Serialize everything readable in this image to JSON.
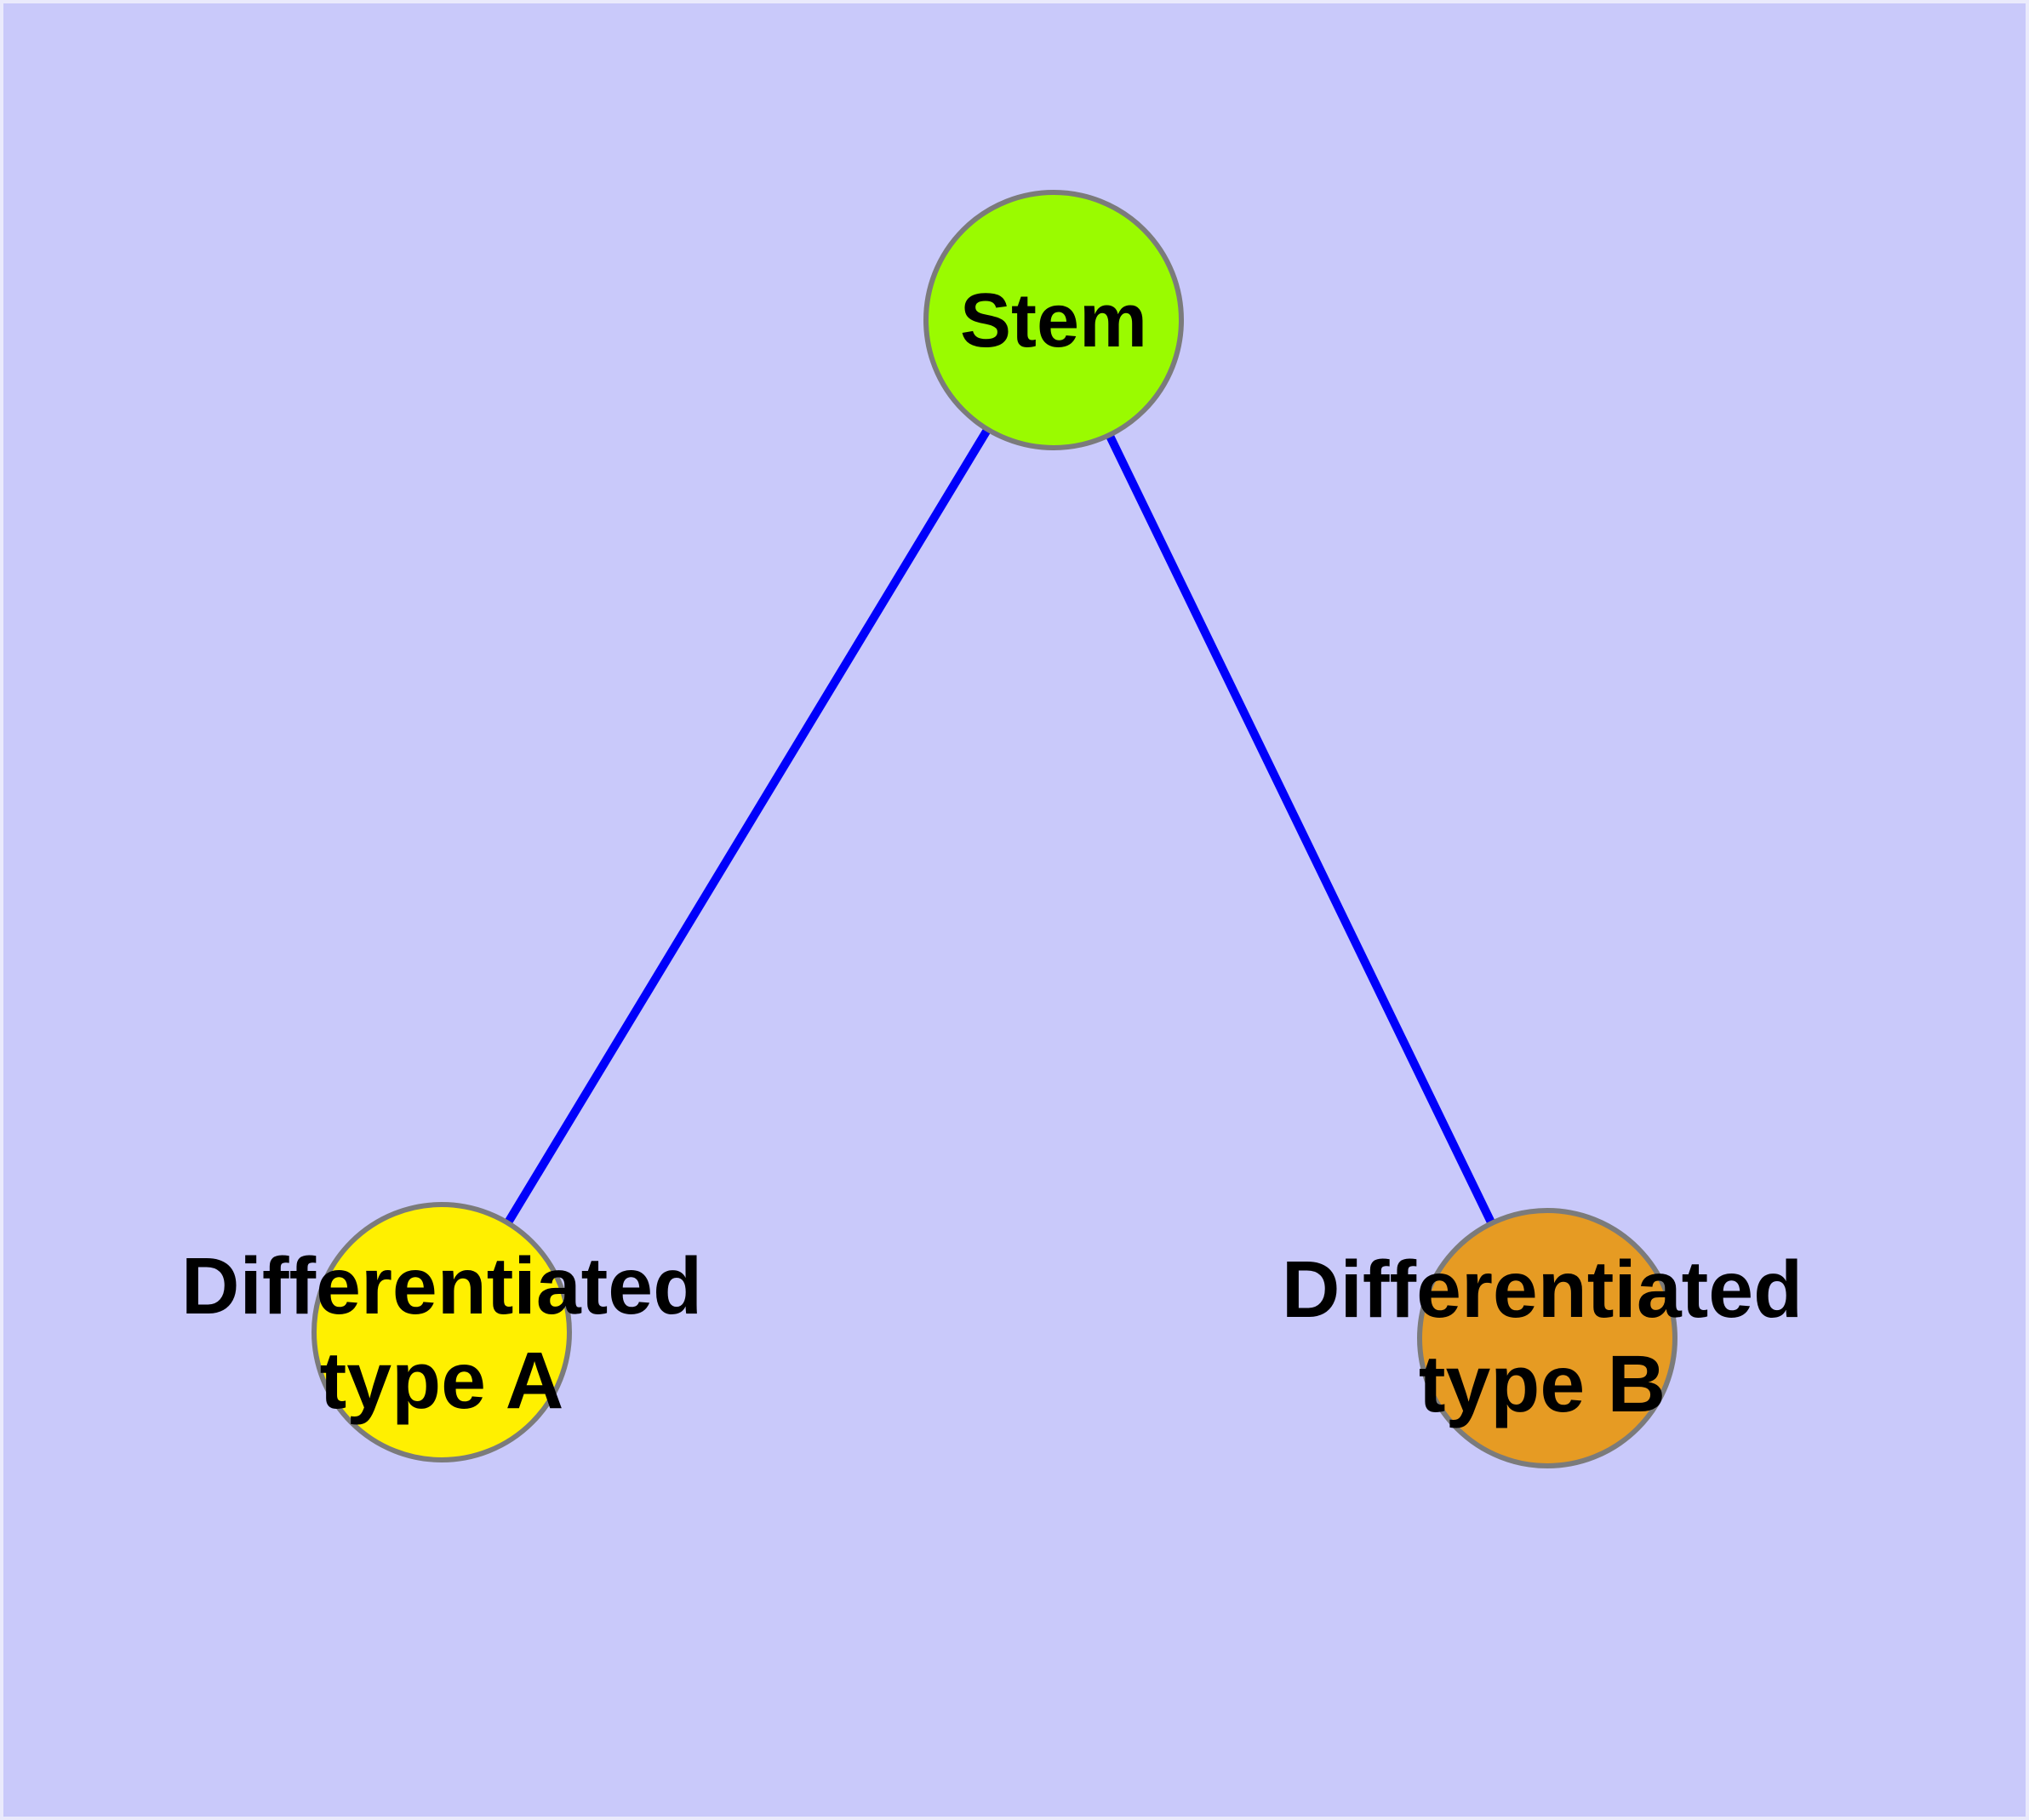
{
  "diagram": {
    "type": "graph",
    "background_color": "#C9C9FA",
    "frame_color": "#EAEAFC",
    "edge_color": "#0000FA",
    "node_border_color": "#7B7B7B",
    "nodes": {
      "stem": {
        "label": "Stem",
        "fill_color": "#9AFB00"
      },
      "type_a": {
        "label_line1": "Differentiated",
        "label_line2": "type A",
        "fill_color": "#FFF000"
      },
      "type_b": {
        "label_line1": "Differentiated",
        "label_line2": "type B",
        "fill_color": "#E69B23"
      }
    },
    "edges": [
      {
        "from": "Stem",
        "to": "Differentiated type A"
      },
      {
        "from": "Stem",
        "to": "Differentiated type B"
      }
    ]
  }
}
